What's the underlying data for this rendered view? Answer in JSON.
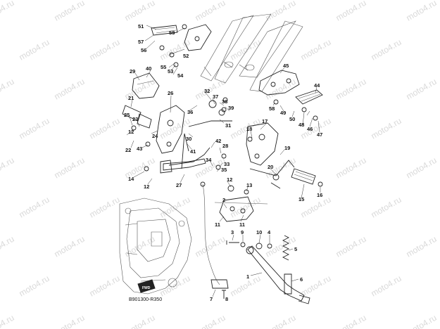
{
  "watermark": "moto4.ru",
  "diagram_code": "B901300-R350",
  "fwd_label": "FWD",
  "labels": {
    "l1": "1",
    "l2": "2",
    "l3": "3",
    "l4": "4",
    "l5": "5",
    "l6": "6",
    "l7": "7",
    "l8": "8",
    "l9": "9",
    "l10": "10",
    "l11a": "11",
    "l11b": "11",
    "l12a": "12",
    "l12b": "12",
    "l13": "13",
    "l14": "14",
    "l15": "15",
    "l16": "16",
    "l17": "17",
    "l18": "18",
    "l19": "19",
    "l20": "20",
    "l21": "21",
    "l22": "22",
    "l23": "23",
    "l24": "24",
    "l25": "25",
    "l26": "26",
    "l27": "27",
    "l28": "28",
    "l29": "29",
    "l30": "30",
    "l31": "31",
    "l32": "32",
    "l33": "33",
    "l34": "34",
    "l35": "35",
    "l36": "36",
    "l37": "37",
    "l38": "38",
    "l39": "39",
    "l40": "40",
    "l41": "41",
    "l42": "42",
    "l43": "43",
    "l44": "44",
    "l45": "45",
    "l46": "46",
    "l47": "47",
    "l48": "48",
    "l49": "49",
    "l50": "50",
    "l51": "51",
    "l52": "52",
    "l53": "53",
    "l54": "54",
    "l55": "55",
    "l56": "56",
    "l57": "57",
    "l58a": "58",
    "l58b": "58"
  }
}
